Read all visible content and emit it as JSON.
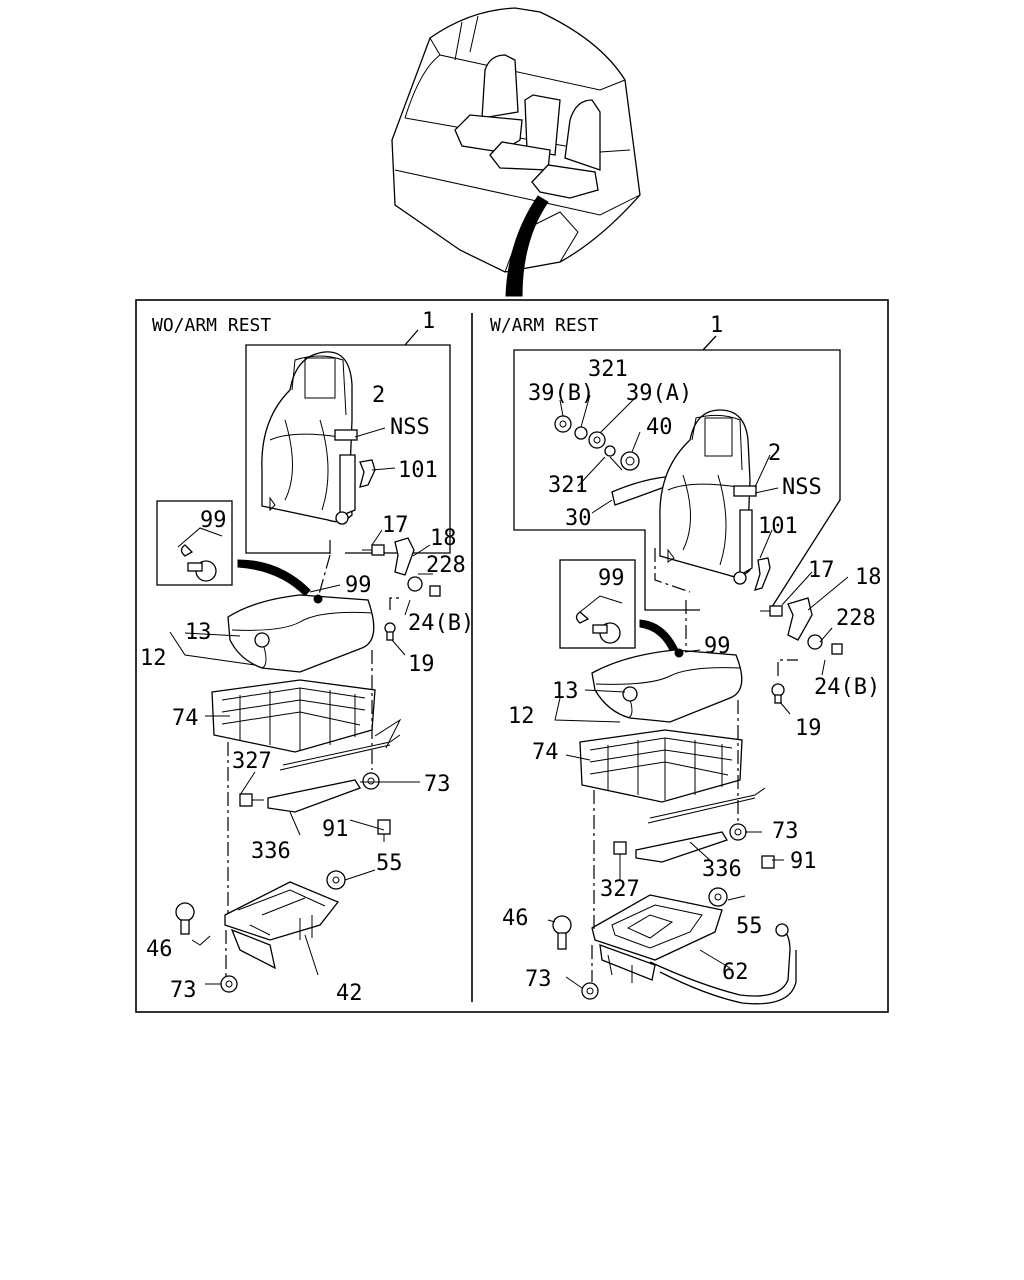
{
  "panels": {
    "left": {
      "heading": "WO/ARM REST",
      "labels": {
        "p1": "1",
        "p2": "2",
        "nss": "NSS",
        "p101": "101",
        "p99_box": "99",
        "p99": "99",
        "p17": "17",
        "p18": "18",
        "p228": "228",
        "p24b": "24(B)",
        "p19": "19",
        "p13": "13",
        "p12": "12",
        "p74": "74",
        "p327": "327",
        "p73a": "73",
        "p91": "91",
        "p336": "336",
        "p55": "55",
        "p46": "46",
        "p73b": "73",
        "p42": "42"
      }
    },
    "right": {
      "heading": "W/ARM REST",
      "labels": {
        "p1": "1",
        "p321a": "321",
        "p39b": "39(B)",
        "p39a": "39(A)",
        "p40": "40",
        "p2": "2",
        "nss": "NSS",
        "p321b": "321",
        "p30": "30",
        "p101": "101",
        "p17": "17",
        "p18": "18",
        "p228": "228",
        "p99_box": "99",
        "p99": "99",
        "p24b": "24(B)",
        "p19": "19",
        "p13": "13",
        "p12": "12",
        "p74": "74",
        "p73a": "73",
        "p336": "336",
        "p91": "91",
        "p327": "327",
        "p46": "46",
        "p55": "55",
        "p62": "62",
        "p73b": "73"
      }
    }
  }
}
